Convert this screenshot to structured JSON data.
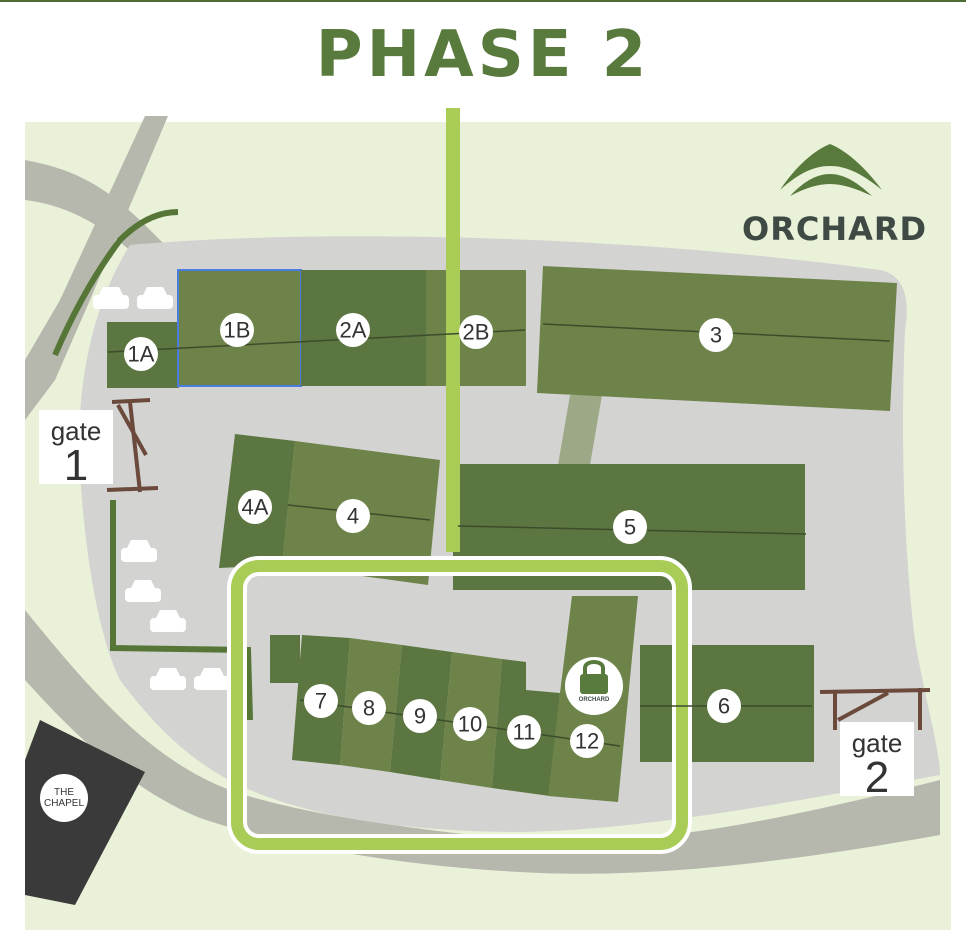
{
  "title": "PHASE 2",
  "brand": {
    "name": "ORCHARD",
    "logo_icon": "orchard-leaf-logo-icon"
  },
  "chapel": {
    "line1": "THE",
    "line2": "CHAPEL"
  },
  "gates": [
    {
      "word": "gate",
      "number": "1"
    },
    {
      "word": "gate",
      "number": "2"
    }
  ],
  "plots": [
    "1A",
    "1B",
    "2A",
    "2B",
    "3",
    "4A",
    "4",
    "5",
    "6",
    "7",
    "8",
    "9",
    "10",
    "11",
    "12"
  ],
  "lock_badge": {
    "icon": "padlock-icon",
    "text": "ORCHARD"
  },
  "colors": {
    "field": "#eaf1d9",
    "road": "#b7b8ad",
    "paved": "#d3d3d1",
    "plot_dark": "#5b7640",
    "plot_light": "#6d834a",
    "phase_highlight": "#a8cc56",
    "title": "#587a3c",
    "selection": "#4b7de0"
  }
}
